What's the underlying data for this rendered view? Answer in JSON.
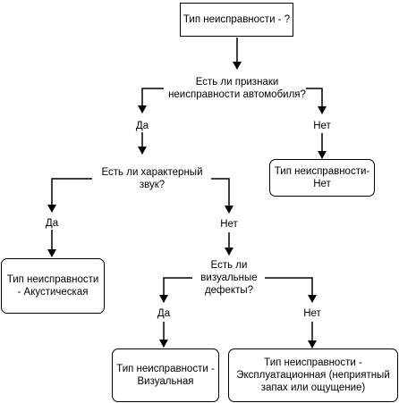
{
  "nodes": {
    "start": "Тип неисправности - ?",
    "q_signs": "Есть ли признаки\nнеисправности автомобиля?",
    "q_sound": "Есть ли характерный\nзвук?",
    "q_visual": "Есть ли\nвизуальные\nдефекты?",
    "res_none": "Тип неисправности-\nНет",
    "res_acoustic": "Тип неисправности\n- Акустическая",
    "res_visual": "Тип неисправности -\nВизуальная",
    "res_operational": "Тип неисправности -\nЭксплуатационная (неприятный\nзапах или ощущение)"
  },
  "edge_labels": {
    "signs_yes": "Да",
    "signs_no": "Нет",
    "sound_yes": "Да",
    "sound_no": "Нет",
    "visual_yes": "Да",
    "visual_no": "Нет"
  }
}
